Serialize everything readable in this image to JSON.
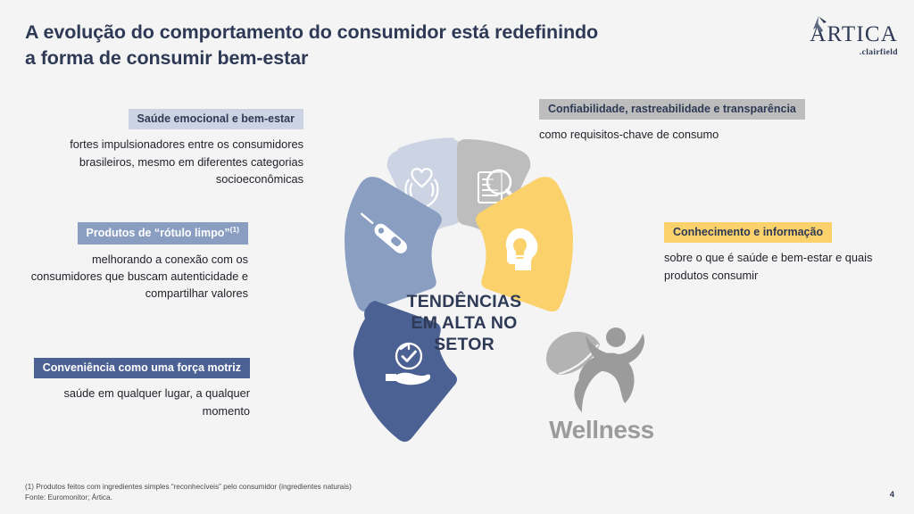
{
  "header": {
    "title_line1": "A evolução do comportamento do consumidor está redefinindo",
    "title_line2": "a forma de consumir bem-estar",
    "logo_word": "ARTICA",
    "logo_sub": ".clairfield"
  },
  "diagram": {
    "center_line1": "TENDÊNCIAS",
    "center_line2": "EM ALTA NO",
    "center_line3": "SETOR",
    "segments": [
      {
        "name": "saude-emocional",
        "icon": "heart-in-hands-icon",
        "color": "#ccd4e4"
      },
      {
        "name": "confiabilidade",
        "icon": "document-magnifier-icon",
        "color": "#bdbdbd"
      },
      {
        "name": "conhecimento",
        "icon": "head-lightbulb-icon",
        "color": "#fbd16b"
      },
      {
        "name": "conveniencia",
        "icon": "hand-check-clock-icon",
        "color": "#4c6193"
      },
      {
        "name": "rotulo-limpo",
        "icon": "price-tag-icon",
        "color": "#8a9ec2"
      }
    ]
  },
  "wellness": {
    "label": "Wellness",
    "color": "#9b9b9b"
  },
  "callouts": {
    "saude": {
      "heading": "Saúde emocional e bem-estar",
      "body": "fortes impulsionadores entre os consumidores brasileiros, mesmo em diferentes categorias socioeconômicas"
    },
    "confiabilidade": {
      "heading": "Confiabilidade, rastreabilidade e transparência",
      "body": "como requisitos-chave de consumo"
    },
    "rotulo": {
      "heading": "Produtos de “rótulo limpo”",
      "heading_sup": "(1)",
      "body": "melhorando a conexão com os consumidores que buscam autenticidade e compartilhar valores"
    },
    "conhecimento": {
      "heading": "Conhecimento e informação",
      "body": "sobre o que é saúde e bem-estar e quais produtos consumir"
    },
    "conveniencia": {
      "heading": "Conveniência como uma força motriz",
      "body": "saúde em qualquer lugar, a qualquer momento"
    }
  },
  "footer": {
    "note_line1": "(1) Produtos feitos com ingredientes simples “reconhecíveis” pelo consumidor (ingredientes naturais)",
    "note_line2": "Fonte: Euromonitor; Ártica.",
    "page_number": "4"
  }
}
